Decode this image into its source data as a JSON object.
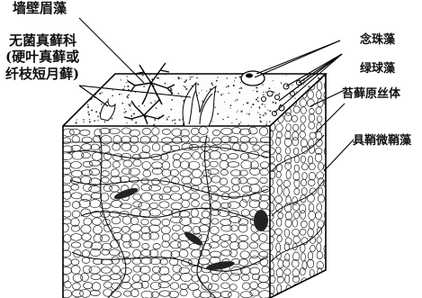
{
  "labels": {
    "left": {
      "top": "墙壁眉藻",
      "line1": "无菌真藓科",
      "line2": "(硬叶真藓或",
      "line3": "纤枝短月藓)"
    },
    "right": {
      "nostoc": "念珠藻",
      "green_algae": "绿球藻",
      "protonema": "苔藓原丝体",
      "microcoleus": "具鞘微鞘藻"
    }
  },
  "colors": {
    "ink": "#111111",
    "background": "#ffffff"
  }
}
